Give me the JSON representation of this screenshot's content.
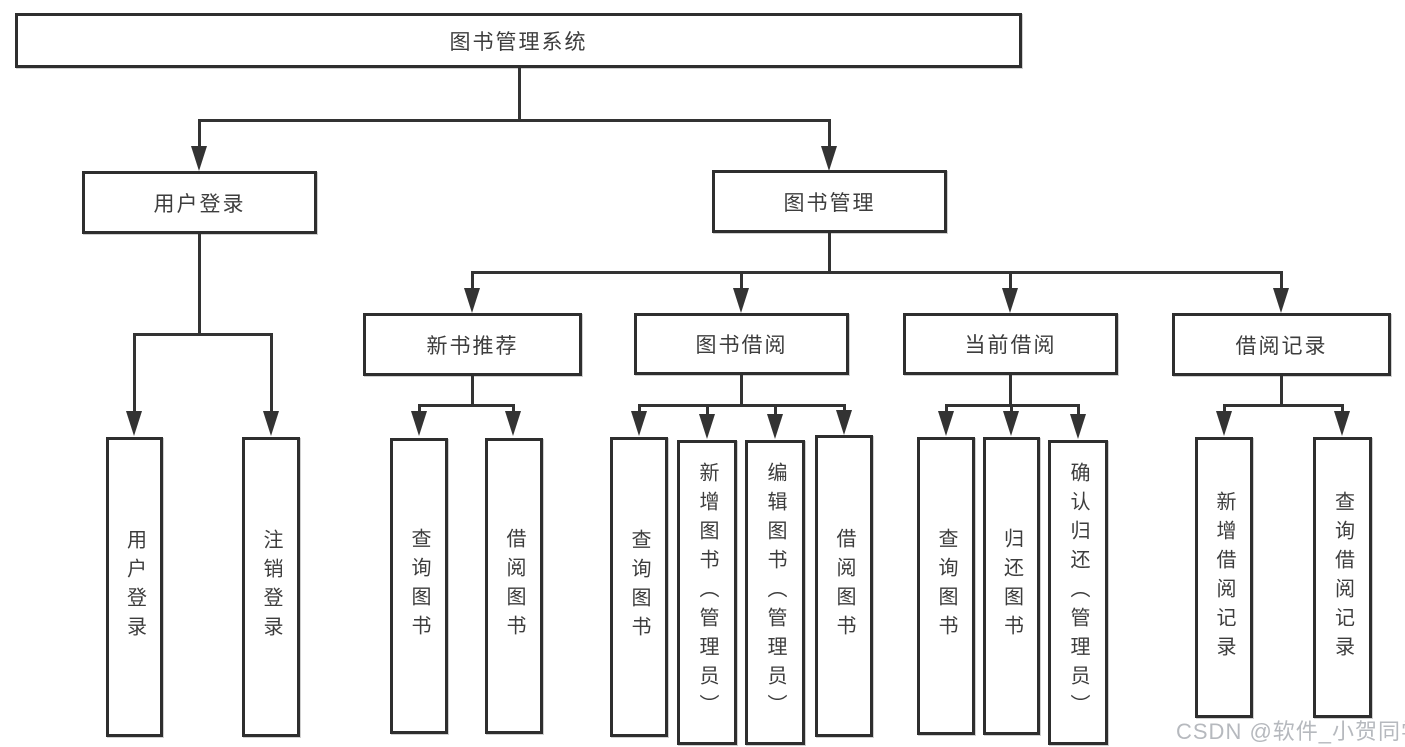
{
  "tree": {
    "root": "图书管理系统",
    "user_login": {
      "label": "用户登录",
      "children": [
        "用户登录",
        "注销登录"
      ]
    },
    "book_mgmt": {
      "label": "图书管理",
      "groups": [
        {
          "label": "新书推荐",
          "children": [
            "查询图书",
            "借阅图书"
          ]
        },
        {
          "label": "图书借阅",
          "children": [
            "查询图书",
            "新增图书（管理员）",
            "编辑图书（管理员）",
            "借阅图书"
          ]
        },
        {
          "label": "当前借阅",
          "children": [
            "查询图书",
            "归还图书",
            "确认归还（管理员）"
          ]
        },
        {
          "label": "借阅记录",
          "children": [
            "新增借阅记录",
            "查询借阅记录"
          ]
        }
      ]
    }
  },
  "watermark": "CSDN @软件_小贺同学",
  "colors": {
    "line": "#333333",
    "border": "#2e2e2e",
    "text": "#3d3d3d",
    "watermark": "#b2b5ba",
    "background": "#ffffff"
  }
}
